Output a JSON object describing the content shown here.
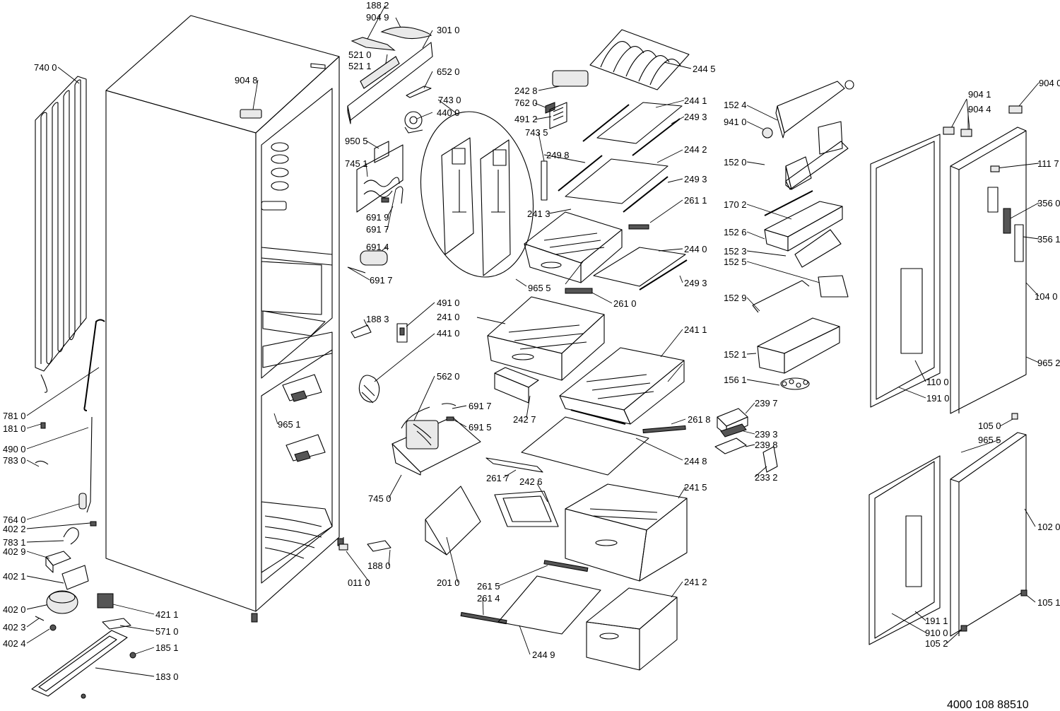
{
  "document_number": "4000 108 88510",
  "callouts": [
    "188 2",
    "904 9",
    "301 0",
    "521 0",
    "521 1",
    "652 0",
    "740 0",
    "904 8",
    "743 0",
    "440 0",
    "242 8",
    "762 0",
    "491 2",
    "743 5",
    "950 5",
    "745 1",
    "691 9",
    "691 7",
    "691 4",
    "691 7",
    "244 5",
    "244 1",
    "249 3",
    "249 8",
    "244 2",
    "249 3",
    "241 3",
    "261 1",
    "244 0",
    "249 3",
    "965 5",
    "261 0",
    "491 0",
    "241 0",
    "188 3",
    "441 0",
    "241 1",
    "562 0",
    "691 7",
    "691 5",
    "242 7",
    "261 8",
    "244 8",
    "261 7",
    "242 6",
    "745 0",
    "241 5",
    "188 0",
    "011 0",
    "201 0",
    "261 5",
    "261 4",
    "241 2",
    "244 9",
    "152 4",
    "941 0",
    "152 0",
    "170 2",
    "152 6",
    "152 3",
    "152 5",
    "152 9",
    "152 1",
    "156 1",
    "239 7",
    "239 3",
    "239 8",
    "233 2",
    "904 1",
    "904 0",
    "904 4",
    "111 7",
    "356 0",
    "356 1",
    "104 0",
    "965 2",
    "110 0",
    "191 0",
    "105 0",
    "965 5",
    "102 0",
    "105 1",
    "191 1",
    "910 0",
    "105 2",
    "781 0",
    "181 0",
    "490 0",
    "783 0",
    "764 0",
    "402 2",
    "783 1",
    "402 9",
    "402 1",
    "421 1",
    "402 0",
    "571 0",
    "402 3",
    "185 1",
    "402 4",
    "183 0",
    "965 1"
  ]
}
